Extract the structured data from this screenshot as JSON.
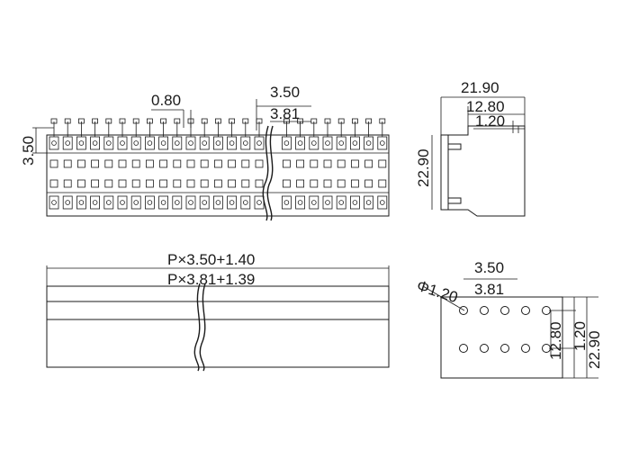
{
  "top_view": {
    "pitch_dim": "0.80",
    "spacing_a": "3.50",
    "spacing_b": "3.81",
    "height_dim": "3.50"
  },
  "side_view": {
    "width_total": "21.90",
    "width_mid": "12.80",
    "width_small": "1.20",
    "height": "22.90"
  },
  "front_view": {
    "formula_a": "P×3.50+1.40",
    "formula_b": "P×3.81+1.39"
  },
  "hole_view": {
    "hole_dia": "Φ1.20",
    "pitch_a": "3.50",
    "pitch_b": "3.81",
    "row_gap": "12.80",
    "edge": "1.20",
    "depth": "22.90"
  }
}
